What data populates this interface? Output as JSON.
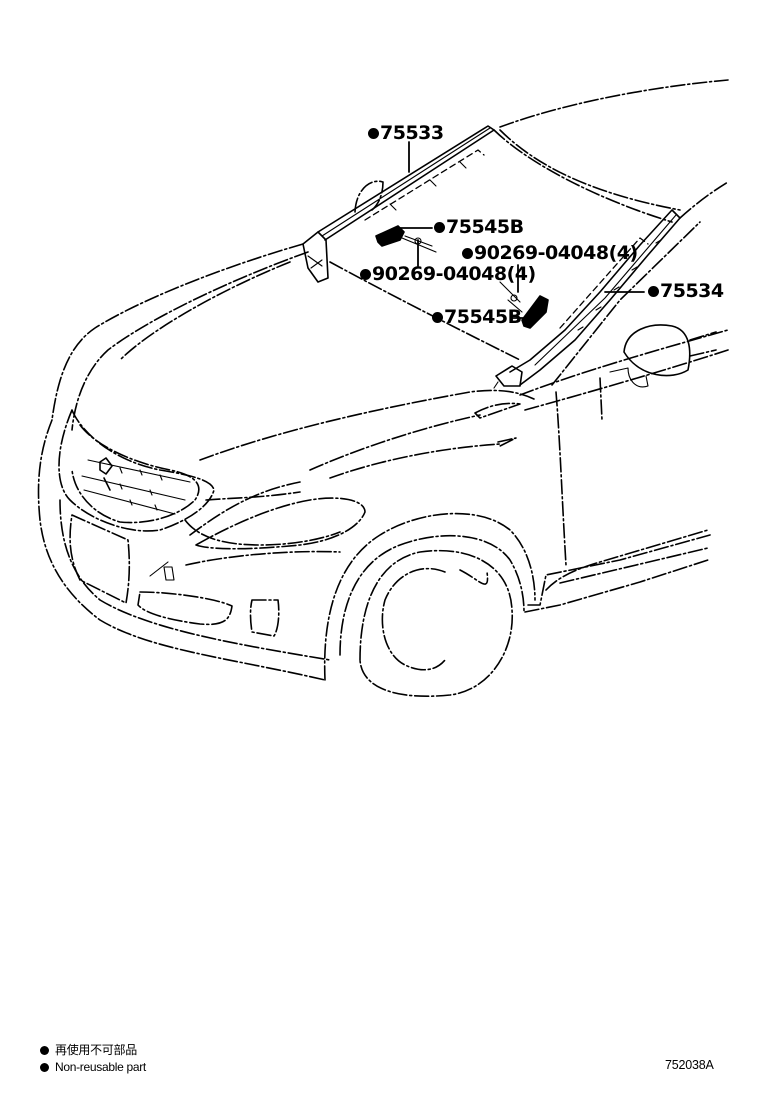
{
  "diagram": {
    "subject": "Windshield moulding and retainer clips - front view of sedan",
    "callouts": [
      {
        "id": "c1",
        "part_no": "75533",
        "marker": "non-reusable",
        "description": "Left-hand windshield outside moulding"
      },
      {
        "id": "c2",
        "part_no": "75545B",
        "marker": "non-reusable",
        "description": "Upper moulding retainer clip"
      },
      {
        "id": "c3",
        "part_no": "90269-04048(4)",
        "marker": "non-reusable",
        "description": "Rivet / fastener, qty 4 (upper)"
      },
      {
        "id": "c4",
        "part_no": "90269-04048(4)",
        "marker": "non-reusable",
        "description": "Rivet / fastener, qty 4 (left)"
      },
      {
        "id": "c5",
        "part_no": "75534",
        "marker": "non-reusable",
        "description": "Right-hand windshield outside moulding"
      },
      {
        "id": "c6",
        "part_no": "75545B",
        "marker": "non-reusable",
        "description": "Lower moulding retainer clip"
      }
    ]
  },
  "legend": {
    "items": [
      {
        "symbol": "filled-circle",
        "label": "再使用不可部品"
      },
      {
        "symbol": "filled-circle",
        "label": "Non-reusable part"
      }
    ]
  },
  "figure_code": "752038A"
}
